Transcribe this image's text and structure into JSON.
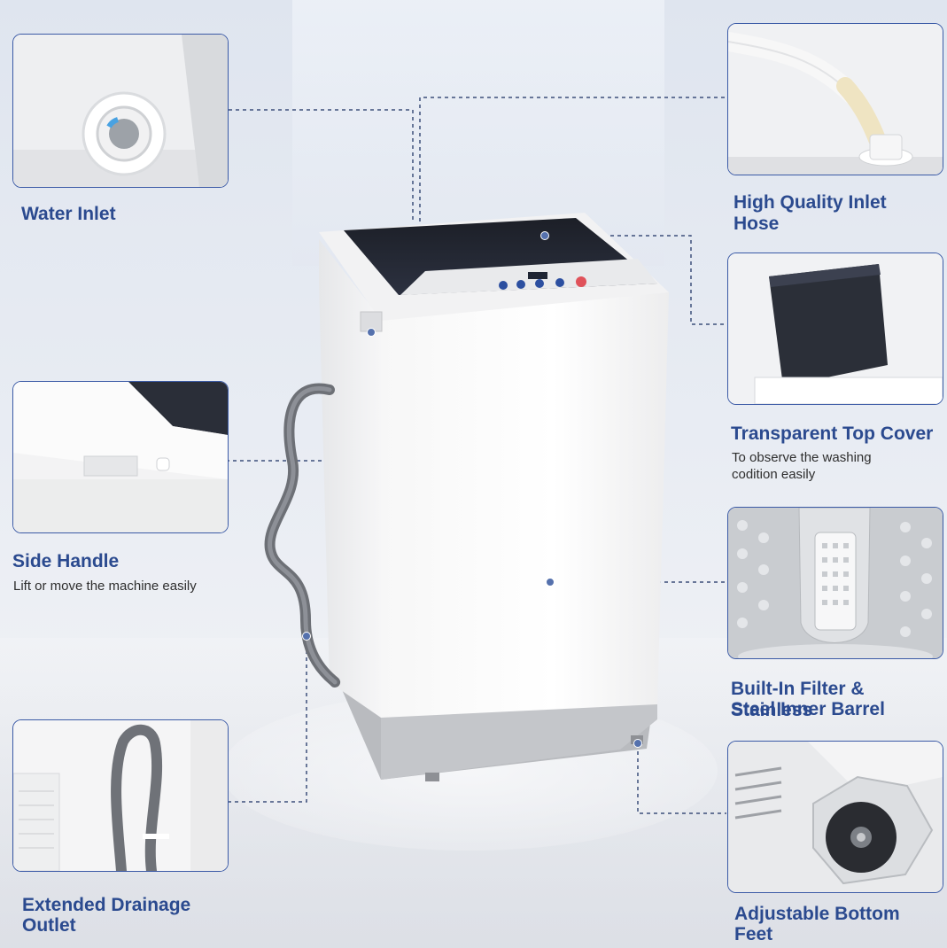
{
  "features": {
    "water_inlet": {
      "title": "Water Inlet"
    },
    "inlet_hose": {
      "title_line1": "High Quality Inlet",
      "title_line2": "Hose"
    },
    "side_handle": {
      "title": "Side Handle",
      "desc": "Lift or move the machine easily"
    },
    "top_cover": {
      "title": "Transparent Top Cover",
      "desc_line1": "To observe the washing",
      "desc_line2": "codition easily"
    },
    "filter": {
      "title_line1": "Built-In Filter & Stainless",
      "title_line2": "Steel Inner Barrel"
    },
    "drainage": {
      "title_line1": "Extended Drainage",
      "title_line2": "Outlet"
    },
    "feet": {
      "title_line1": "Adjustable Bottom",
      "title_line2": "Feet"
    }
  },
  "colors": {
    "accent": "#2b4a8f",
    "panel_border": "#3b5aa6",
    "connector": "#3c4f7a"
  }
}
